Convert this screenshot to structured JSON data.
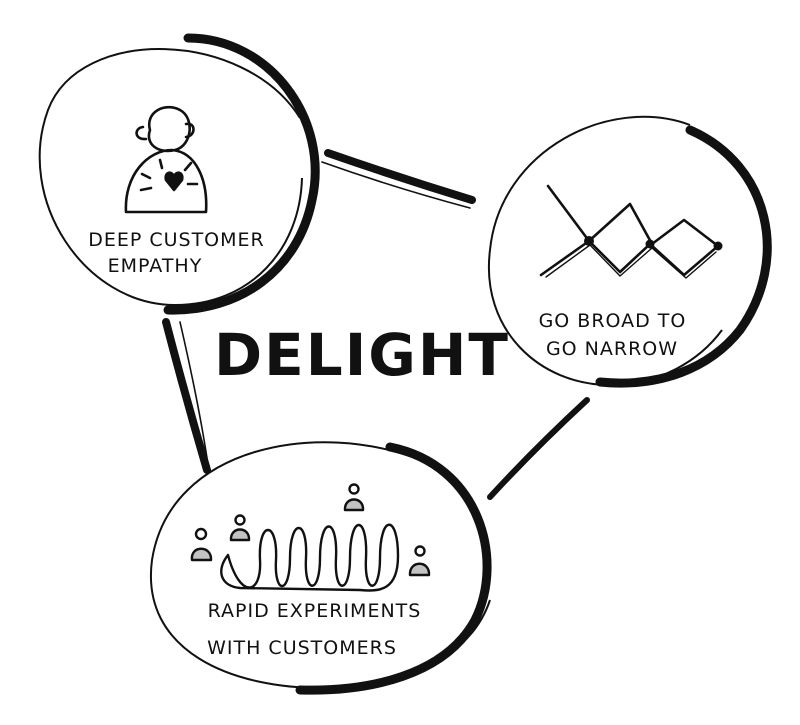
{
  "diagram": {
    "title": "DELIGHT",
    "nodes": {
      "empathy": {
        "lines": [
          "DEEP CUSTOMER",
          "EMPATHY"
        ]
      },
      "broad": {
        "lines": [
          "GO BROAD TO",
          "GO NARROW"
        ]
      },
      "rapid": {
        "lines": [
          "RAPID EXPERIMENTS",
          "WITH CUSTOMERS"
        ]
      }
    },
    "icons": {
      "empathy": "person-with-heart-icon",
      "broad": "diamond-zigzag-icon",
      "rapid": "spiral-loop-with-people-icon"
    },
    "colors": {
      "ink": "#111111",
      "paper": "#ffffff"
    }
  }
}
